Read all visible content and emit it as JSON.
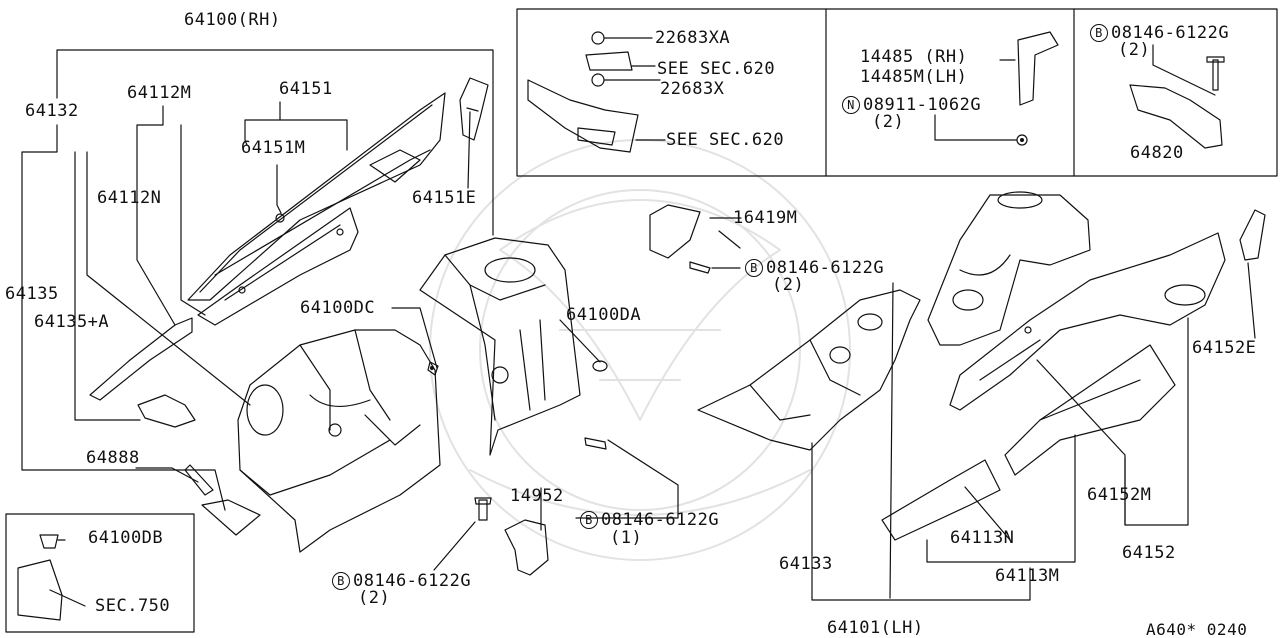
{
  "labels": {
    "p64100rh": "64100(RH)",
    "p64132": "64132",
    "p64112m": "64112M",
    "p64151": "64151",
    "p64151m": "64151M",
    "p64112n": "64112N",
    "p64151e": "64151E",
    "p64135": "64135",
    "p64135a": "64135+A",
    "p64100dc": "64100DC",
    "p64100da": "64100DA",
    "p64888": "64888",
    "p64100db": "64100DB",
    "sec750": "SEC.750",
    "p14952": "14952",
    "bolt1_part": "08146-6122G",
    "bolt1_qty": "(1)",
    "bolt2_part": "08146-6122G",
    "bolt2_qty": "(2)",
    "p16419m": "16419M",
    "bolt3_part": "08146-6122G",
    "bolt3_qty": "(2)",
    "p22683xa": "22683XA",
    "see620a": "SEE SEC.620",
    "p22683x": "22683X",
    "see620b": "SEE SEC.620",
    "p14485rh": "14485  (RH)",
    "p14485lh": "14485M(LH)",
    "nut_part": "08911-1062G",
    "nut_qty": "(2)",
    "bolt4_part": "08146-6122G",
    "bolt4_qty": "(2)",
    "p64820": "64820",
    "p64152e": "64152E",
    "p64152m": "64152M",
    "p64152": "64152",
    "p64133": "64133",
    "p64113n": "64113N",
    "p64113m": "64113M",
    "p64101lh": "64101(LH)",
    "diagram_code": "A640* 0240",
    "circle_b": "B",
    "circle_n": "N"
  }
}
